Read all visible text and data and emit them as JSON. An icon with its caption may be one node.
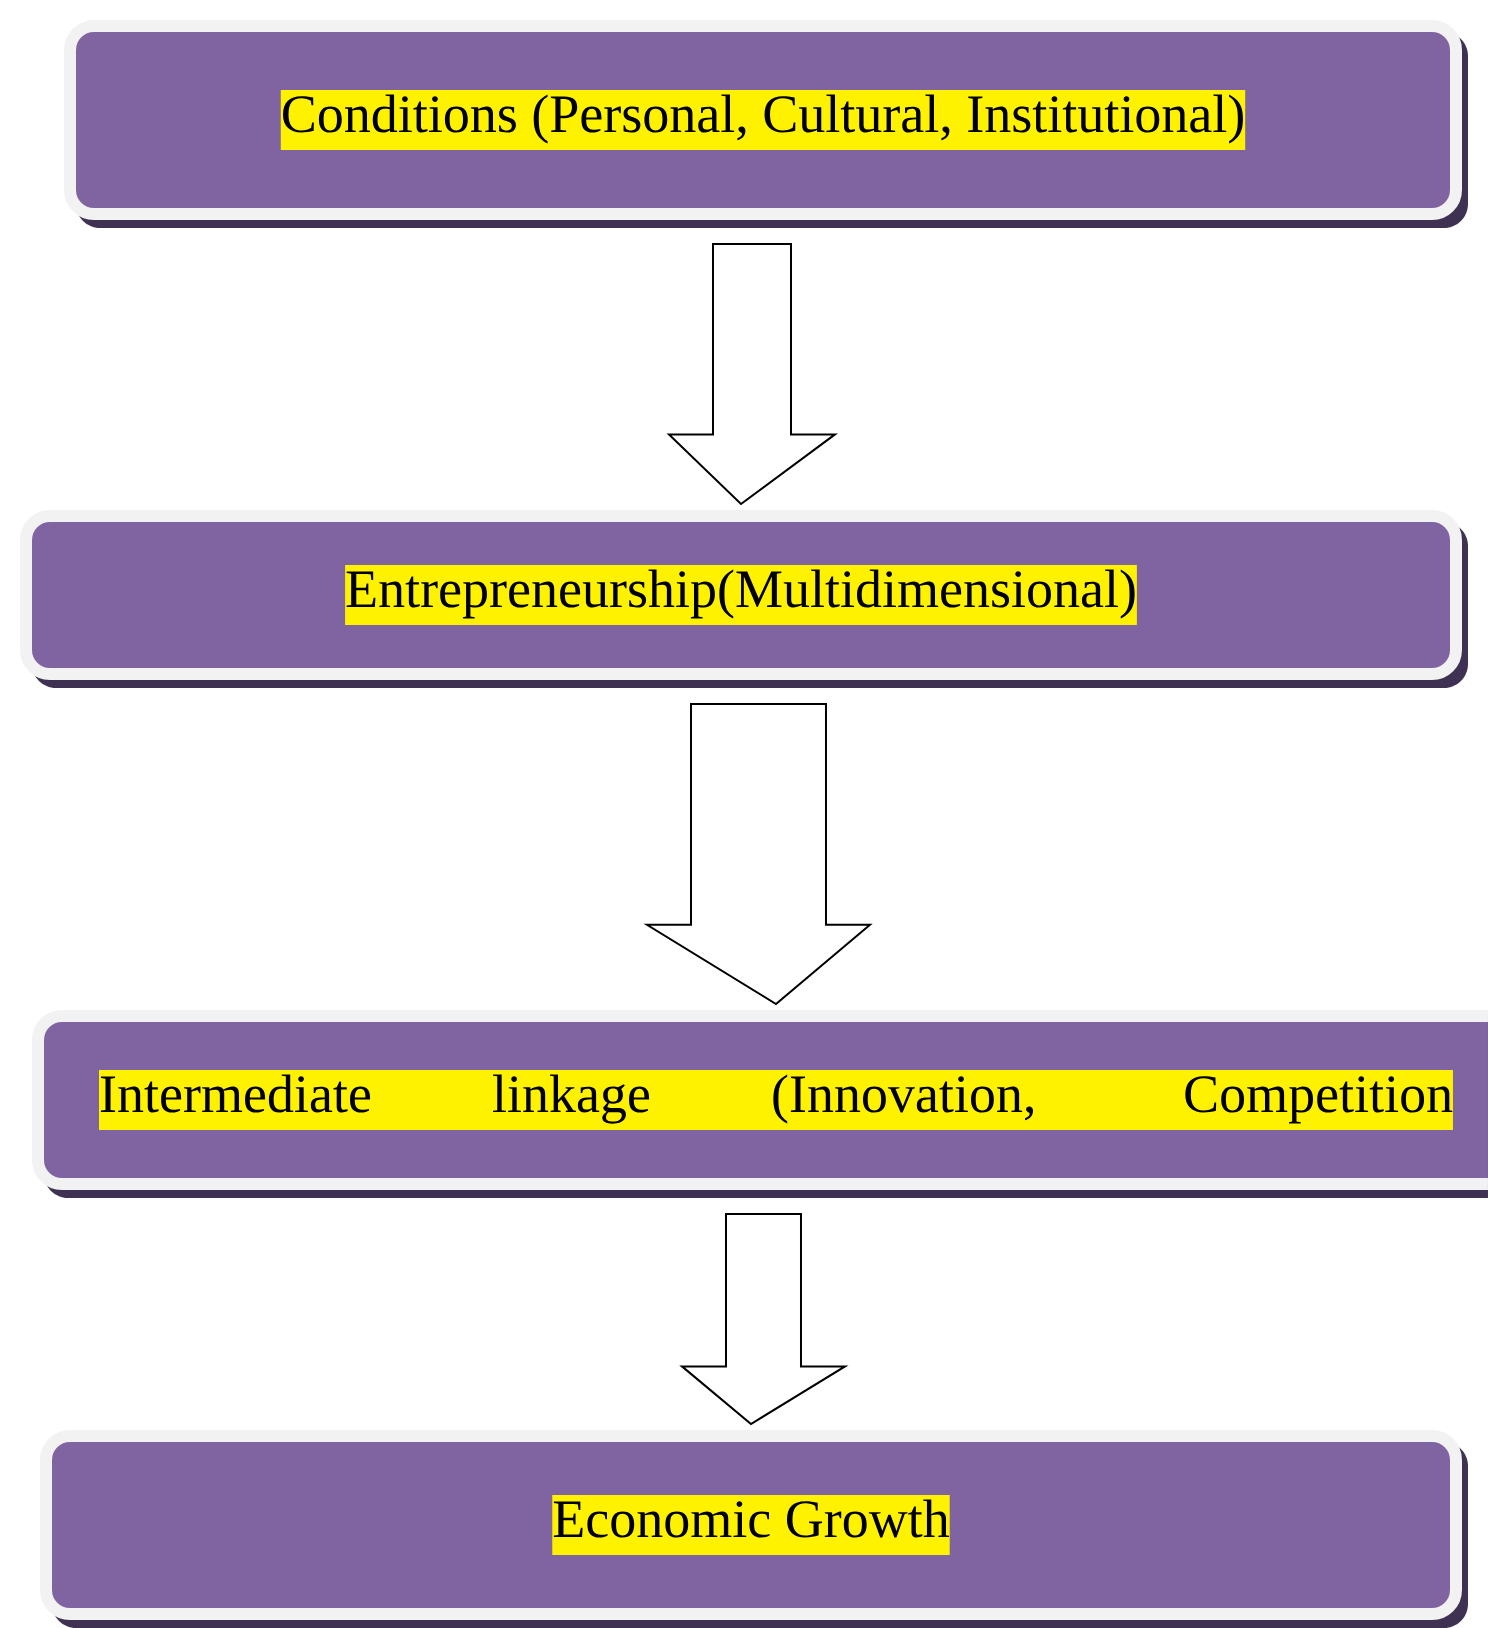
{
  "diagram": {
    "nodes": [
      {
        "text": [
          "Conditions (Personal, Cultural, Institutional)"
        ]
      },
      {
        "text": [
          "Entrepreneurship(Multidimensional)"
        ]
      },
      {
        "text": [
          "Intermediate linkage (Innovation, Competition"
        ]
      },
      {
        "text": [
          "Economic Growth"
        ]
      }
    ],
    "edges": [
      {
        "from": 0,
        "to": 1,
        "arrow": "to"
      },
      {
        "from": 1,
        "to": 2,
        "arrow": "to"
      },
      {
        "from": 2,
        "to": 3,
        "arrow": "to"
      }
    ]
  }
}
